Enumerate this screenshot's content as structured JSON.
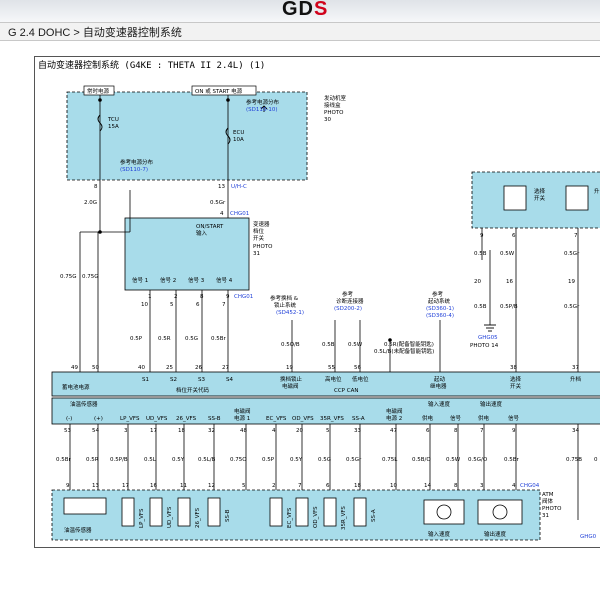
{
  "header": {
    "logo_g": "GD",
    "logo_s": "S",
    "breadcrumb": "G 2.4 DOHC > 自动变速器控制系统"
  },
  "diagram": {
    "title": "自动变速器控制系统 (G4KE : THETA II 2.4L) (1)",
    "colors": {
      "box_fill": "#a8dcea",
      "wire": "#000000",
      "ref_blue": "#1f3fd8",
      "frame": "#555555"
    },
    "labels": {
      "always_power": "常时电源",
      "on_start_power": "ON 或 START 电源",
      "tcu_fuse": "TCU",
      "tcu_amp": "15A",
      "ecu_fuse": "ECU",
      "ecu_amp": "10A",
      "ref_power_left": "参考电源分布",
      "ref_sd110_7": "(SD110-7)",
      "ref_power_right": "参考电源分布",
      "ref_sd110_10": "(SD110-10)",
      "engine_room_junction_1": "发动机室",
      "engine_room_junction_2": "接线盒",
      "photo_label": "PHOTO",
      "photo_30_num": "30",
      "pin_8": "8",
      "pin_13": "13",
      "u_h_c": "U/H-C",
      "wire_2_0g": "2.0G",
      "wire_0_5gr_top": "0.5Gr",
      "pin_4": "4",
      "chg01": "CHG01",
      "chg01_b": "CHG01",
      "on_start_input_1": "ON/START",
      "on_start_input_2": "输入",
      "trans_range_1": "变速器",
      "trans_range_2": "档位",
      "trans_range_3": "开关",
      "photo_31_num": "31",
      "signal_1": "信号 1",
      "signal_2": "信号 2",
      "signal_3": "信号 3",
      "signal_4": "信号 4",
      "sw_pin_1": "1",
      "sw_pin_2": "2",
      "sw_pin_8": "8",
      "sw_pin_9": "9",
      "pin_10": "10",
      "pin_5": "5",
      "pin_6": "6",
      "pin_7": "7",
      "wire_0_75g_a": "0.75G",
      "wire_0_75g_b": "0.75G",
      "wire_0_5p": "0.5P",
      "wire_0_5r": "0.5R",
      "wire_0_5g": "0.5G",
      "wire_0_5br": "0.5Br",
      "ref_shift_lock_1": "参考换档 &",
      "ref_shift_lock_2": "锁止系统",
      "ref_sd452_1": "(SD452-1)",
      "ref_diag_1": "参考",
      "ref_diag_2": "诊断连接器",
      "ref_sd200_2": "(SD200-2)",
      "ref_start_1": "参考",
      "ref_start_2": "起动系统",
      "ref_sd360_1": "(SD360-1)",
      "ref_sd360_4": "(SD360-4)",
      "wire_0_5o_b": "0.5O/B",
      "wire_0_5b": "0.5B",
      "wire_0_5w": "0.5W",
      "wire_0_5r_note": "0.5R(配备智能钥匙)",
      "wire_0_5lb_note": "0.5L/B(未配备智能钥匙)",
      "ghg05": "GHG05",
      "photo_14": "PHOTO 14",
      "select_switch_1": "选择",
      "select_switch_2": "开关",
      "up_switch": "升",
      "rpin_9": "9",
      "rpin_6": "6",
      "rpin_7": "7",
      "rwire_0_5b": "0.5B",
      "rwire_0_5w": "0.5W",
      "rwire_0_5gr": "0.5Gr",
      "rpin_20": "20",
      "rpin_16": "16",
      "rpin_19": "19",
      "rwire_0_5b_2": "0.5B",
      "rwire_0_5p_b": "0.5P/B",
      "rwire_0_5gr_2": "0.5Gr",
      "tpin_49": "49",
      "tpin_50": "50",
      "tpin_40": "40",
      "tpin_25": "25",
      "tpin_26": "26",
      "tpin_27": "27",
      "tpin_19": "19",
      "tpin_55": "55",
      "tpin_56": "56",
      "tpin_38": "38",
      "tpin_37": "37",
      "tcm_battery": "蓄电池电源",
      "s1": "S1",
      "s2": "S2",
      "s3": "S3",
      "s4": "S4",
      "range_code": "档位开关代码",
      "shift_lock_solenoid_1": "换档锁止",
      "shift_lock_solenoid_2": "电磁阀",
      "can_high": "高电位",
      "can_low": "低电位",
      "ccp_can": "CCP CAN",
      "start_relay_1": "起动",
      "start_relay_2": "继电器",
      "select_sw_1": "选择",
      "select_sw_2": "开关",
      "up_sw_2": "升档",
      "oil_temp_sensor": "油温传感器",
      "minus": "(-)",
      "plus": "(+)",
      "lp_vfs": "LP_VFS",
      "ud_vfs": "UD_VFS",
      "s26_vfs": "26_VFS",
      "ss_b": "SS-B",
      "solenoid_power_1a": "电磁阀",
      "solenoid_power_1b": "电源 1",
      "ec_vfs": "EC_VFS",
      "od_vfs": "OD_VFS",
      "r35_vfs": "35R_VFS",
      "ss_a": "SS-A",
      "solenoid_power_2a": "电磁阀",
      "solenoid_power_2b": "电源 2",
      "input_speed": "输入速度",
      "output_speed": "输出速度",
      "power": "供电",
      "signal": "信号",
      "bpin_53": "53",
      "bpin_54": "54",
      "bpin_3": "3",
      "bpin_17": "17",
      "bpin_18": "18",
      "bpin_32": "32",
      "bpin_48": "48",
      "bpin_4": "4",
      "bpin_20": "20",
      "bpin_5": "5",
      "bpin_33": "33",
      "bpin_47": "47",
      "bpin_6": "6",
      "bpin_8": "8",
      "bpin_7": "7",
      "bpin_9": "9",
      "bpin_34": "34",
      "bw_0_5br": "0.5Br",
      "bw_0_5r": "0.5R",
      "bw_0_5p_b": "0.5P/B",
      "bw_0_5l": "0.5L",
      "bw_0_5y": "0.5Y",
      "bw_0_5l_b": "0.5L/B",
      "bw_0_75o": "0.75O",
      "bw_0_5p": "0.5P",
      "bw_0_5y_2": "0.5Y",
      "bw_0_5g": "0.5G",
      "bw_0_5gr": "0.5Gr",
      "bw_0_75l": "0.75L",
      "bw_0_5b_o": "0.5B/O",
      "bw_0_5w": "0.5W",
      "bw_0_5g_o": "0.5G/O",
      "bw_0_5br_2": "0.5Br",
      "bw_0_75b": "0.75B",
      "bw_0_5_right": "0",
      "cpin_9": "9",
      "cpin_13": "13",
      "cpin_17": "17",
      "cpin_16": "16",
      "cpin_11": "11",
      "cpin_12": "12",
      "cpin_5": "5",
      "cpin_2": "2",
      "cpin_7": "7",
      "cpin_6": "6",
      "cpin_18": "18",
      "cpin_10": "10",
      "cpin_14": "14",
      "cpin_8": "8",
      "cpin_3": "3",
      "cpin_4": "4",
      "chg04": "CHG04",
      "atm_1": "ATM",
      "atm_2": "阀体",
      "photo_31_b_num": "31",
      "ghg_right": "GHG0",
      "oil_temp_sensor_bottom": "油温传感器",
      "lp_vfs_v": "LP_VFS",
      "ud_vfs_v": "UD_VFS",
      "s26_vfs_v": "26_VFS",
      "ss_b_v": "SS-B",
      "ec_vfs_v": "EC_VFS",
      "od_vfs_v": "OD_VFS",
      "r35_vfs_v": "35R_VFS",
      "ss_a_v": "SS-A",
      "input_speed_bottom": "输入速度",
      "output_speed_bottom": "输出速度"
    }
  }
}
